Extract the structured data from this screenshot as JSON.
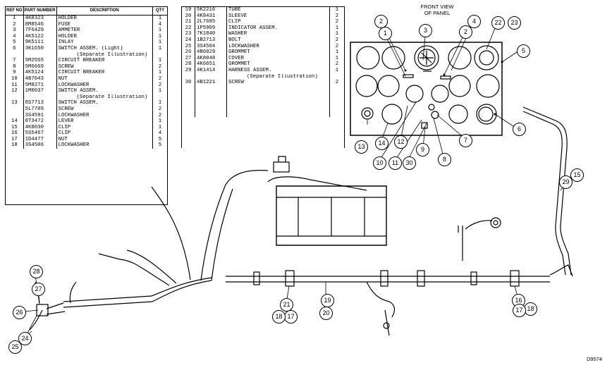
{
  "table_left": {
    "headers": {
      "ref": "REF NO",
      "part": "PART NUMBER",
      "desc": "DESCRIPTION",
      "qty": "QTY"
    },
    "rows": [
      {
        "ref": "1",
        "part": "4K8323",
        "desc": "HOLDER",
        "qty": "1"
      },
      {
        "ref": "2",
        "part": "8M8546",
        "desc": "FUSE",
        "qty": "4"
      },
      {
        "ref": "3",
        "part": "7F6429",
        "desc": "AMMETER",
        "qty": "1"
      },
      {
        "ref": "4",
        "part": "4K5122",
        "desc": "HOLDER",
        "qty": "1"
      },
      {
        "ref": "5",
        "part": "9K5111",
        "desc": "INLAY",
        "qty": "1"
      },
      {
        "ref": "6",
        "part": "3K1650",
        "desc": "SWITCH ASSEM. (Light)",
        "qty": "1"
      },
      {
        "ref": "",
        "part": "",
        "desc": "(Separate Illustration)",
        "qty": "",
        "note": true
      },
      {
        "ref": "7",
        "part": "5M2555",
        "desc": "CIRCUIT BREAKER",
        "qty": "1"
      },
      {
        "ref": "8",
        "part": "5M6669",
        "desc": "SCREW",
        "qty": "2"
      },
      {
        "ref": "9",
        "part": "4K5124",
        "desc": "CIRCUIT BREAKER",
        "qty": "1"
      },
      {
        "ref": "10",
        "part": "4B7043",
        "desc": "NUT",
        "qty": "2"
      },
      {
        "ref": "11",
        "part": "5M8271",
        "desc": "LOCKWASHER",
        "qty": "2"
      },
      {
        "ref": "12",
        "part": "1M0037",
        "desc": "SWITCH ASSEM.",
        "qty": "1"
      },
      {
        "ref": "",
        "part": "",
        "desc": "(Separate Illustration)",
        "qty": "",
        "note": true
      },
      {
        "ref": "13",
        "part": "8S7713",
        "desc": "SWITCH ASSEM.",
        "qty": "1"
      },
      {
        "ref": "",
        "part": "5L7709",
        "desc": "SCREW",
        "qty": "2"
      },
      {
        "ref": "",
        "part": "3S4591",
        "desc": "LOCKWASHER",
        "qty": "2"
      },
      {
        "ref": "14",
        "part": "8T3472",
        "desc": "LEVER",
        "qty": "1"
      },
      {
        "ref": "15",
        "part": "4K8030",
        "desc": "CLIP",
        "qty": "1"
      },
      {
        "ref": "16",
        "part": "5S5467",
        "desc": "CLIP",
        "qty": "4"
      },
      {
        "ref": "17",
        "part": "1D4477",
        "desc": "NUT",
        "qty": "5"
      },
      {
        "ref": "18",
        "part": "3S4506",
        "desc": "LOCKWASHER",
        "qty": "5"
      }
    ]
  },
  "table_mid": {
    "rows": [
      {
        "ref": "19",
        "part": "5K2216",
        "desc": "TUBE",
        "qty": "1"
      },
      {
        "ref": "20",
        "part": "4K8431",
        "desc": "SLEEVE",
        "qty": "2"
      },
      {
        "ref": "21",
        "part": "2L7685",
        "desc": "CLIP",
        "qty": "2"
      },
      {
        "ref": "22",
        "part": "1P5909",
        "desc": "INDICATOR ASSEM.",
        "qty": "1"
      },
      {
        "ref": "23",
        "part": "7K1840",
        "desc": "WASHER",
        "qty": "1"
      },
      {
        "ref": "24",
        "part": "1B2713",
        "desc": "BOLT",
        "qty": "2"
      },
      {
        "ref": "25",
        "part": "3S4504",
        "desc": "LOCKWASHER",
        "qty": "2"
      },
      {
        "ref": "26",
        "part": "4B6029",
        "desc": "GROMMET",
        "qty": "1"
      },
      {
        "ref": "27",
        "part": "4K8048",
        "desc": "COVER",
        "qty": "1"
      },
      {
        "ref": "28",
        "part": "4K6651",
        "desc": "GROMMET",
        "qty": "2"
      },
      {
        "ref": "29",
        "part": "4K1414",
        "desc": "HARNESS ASSEM.",
        "qty": "1"
      },
      {
        "ref": "",
        "part": "",
        "desc": "(Separate Illustration)",
        "qty": "",
        "note": true
      },
      {
        "ref": "30",
        "part": "4B1221",
        "desc": "SCREW",
        "qty": "2"
      }
    ]
  },
  "panel_caption": [
    "FRONT VIEW",
    "OF PANEL"
  ],
  "drawing_number": "D9574",
  "callouts": [
    "1",
    "2",
    "2",
    "3",
    "4",
    "5",
    "6",
    "7",
    "8",
    "9",
    "10",
    "11",
    "12",
    "13",
    "14",
    "15",
    "16",
    "17",
    "17",
    "18",
    "18",
    "19",
    "20",
    "21",
    "22",
    "23",
    "24",
    "25",
    "26",
    "27",
    "28",
    "29",
    "30"
  ]
}
